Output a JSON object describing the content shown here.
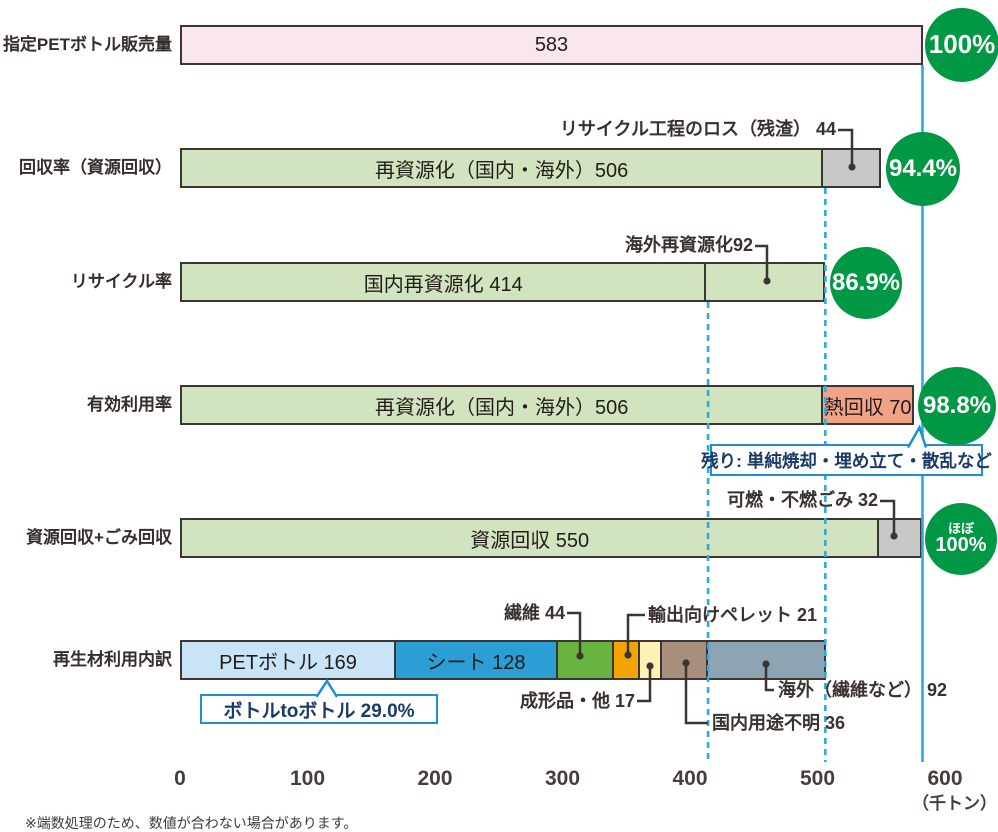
{
  "chart_data": {
    "type": "bar",
    "orientation": "horizontal_stacked",
    "x_axis": {
      "ticks": [
        "0",
        "100",
        "200",
        "300",
        "400",
        "500",
        "600"
      ],
      "max": 600,
      "unit_label": "（千トン）"
    },
    "footnote": "※端数処理のため、数値が合わない場合があります。",
    "colors": {
      "pink": "#f9e6ee",
      "green": "#d2e3c0",
      "gray": "#c8c8c9",
      "salmon": "#f0a386",
      "pet_lightblue": "#c8e4f6",
      "sheet_blue": "#2b9fd5",
      "fiber_green": "#69b441",
      "pellet_orange": "#f3a400",
      "molded_yellow": "#fbf2b4",
      "unknown_taupe": "#a78e7d",
      "overseas_bluegray": "#8da4b3",
      "badge_green": "#009845",
      "guide_cyan": "#2aabe2",
      "callout_blue": "#1d8ed8",
      "callout_text": "#1a3a68",
      "bar_border": "#3b3533",
      "leader_dark": "#3a3432"
    },
    "rows": [
      {
        "id": "sales",
        "label": "指定PETボトル販売量",
        "badge": "100%",
        "badge_sub": "",
        "segments": [
          {
            "id": "sales-total",
            "value": 583,
            "text": "583",
            "color_key": "pink"
          }
        ]
      },
      {
        "id": "collection-rate",
        "label": "回収率（資源回収）",
        "badge": "94.4%",
        "badge_sub": "",
        "segments": [
          {
            "id": "recycled-dom-ovs-1",
            "value": 506,
            "text": "再資源化（国内・海外）506",
            "color_key": "green"
          },
          {
            "id": "process-loss",
            "value": 44,
            "text": "",
            "color_key": "gray",
            "note": "リサイクル工程のロス（残渣） 44"
          }
        ]
      },
      {
        "id": "recycle-rate",
        "label": "リサイクル率",
        "badge": "86.9%",
        "badge_sub": "",
        "segments": [
          {
            "id": "domestic-recycled",
            "value": 414,
            "text": "国内再資源化 414",
            "color_key": "green"
          },
          {
            "id": "overseas-recycled",
            "value": 92,
            "text": "",
            "color_key": "green",
            "note": "海外再資源化92"
          }
        ]
      },
      {
        "id": "effective-use-rate",
        "label": "有効利用率",
        "badge": "98.8%",
        "badge_sub": "",
        "callout": "残り: 単純焼却・埋め立て・散乱など",
        "segments": [
          {
            "id": "recycled-dom-ovs-2",
            "value": 506,
            "text": "再資源化（国内・海外）506",
            "color_key": "green"
          },
          {
            "id": "heat-recovery",
            "value": 70,
            "text": "熱回収 70",
            "color_key": "salmon"
          }
        ]
      },
      {
        "id": "resource-plus-waste",
        "label": "資源回収+ごみ回収",
        "badge": "100%",
        "badge_sub": "ほぼ",
        "segments": [
          {
            "id": "resource-collection",
            "value": 550,
            "text": "資源回収 550",
            "color_key": "green"
          },
          {
            "id": "burnable-waste",
            "value": 32,
            "text": "",
            "color_key": "gray",
            "note": "可燃・不燃ごみ 32"
          }
        ]
      },
      {
        "id": "recycled-material-breakdown",
        "label": "再生材利用内訳",
        "badge": "",
        "badge_sub": "",
        "callout": "ボトルtoボトル 29.0%",
        "segments": [
          {
            "id": "pet-bottle",
            "value": 169,
            "text": "PETボトル 169",
            "color_key": "pet_lightblue"
          },
          {
            "id": "sheet",
            "value": 128,
            "text": "シート 128",
            "color_key": "sheet_blue"
          },
          {
            "id": "fiber",
            "value": 44,
            "text": "",
            "color_key": "fiber_green",
            "note": "繊維 44"
          },
          {
            "id": "export-pellet",
            "value": 21,
            "text": "",
            "color_key": "pellet_orange",
            "note": "輸出向けペレット 21"
          },
          {
            "id": "molded-other",
            "value": 17,
            "text": "",
            "color_key": "molded_yellow",
            "note": "成形品・他 17"
          },
          {
            "id": "domestic-unknown",
            "value": 36,
            "text": "",
            "color_key": "unknown_taupe",
            "note": "国内用途不明 36"
          },
          {
            "id": "overseas-fiber",
            "value": 92,
            "text": "",
            "color_key": "overseas_bluegray",
            "note": "海外（繊維など） 92"
          }
        ]
      }
    ],
    "guide_lines": [
      {
        "value": 583,
        "style": "solid"
      },
      {
        "value": 506,
        "style": "dashed"
      },
      {
        "value": 414,
        "style": "dashed"
      }
    ]
  }
}
